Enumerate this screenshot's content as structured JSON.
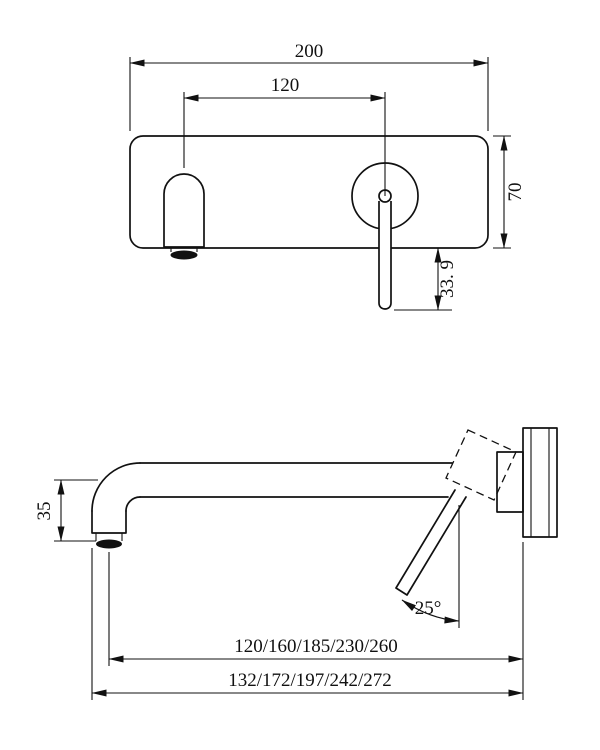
{
  "title": "Wall basin mixer technical dimension drawing",
  "colors": {
    "line": "#111111",
    "background": "#ffffff"
  },
  "top_view": {
    "dim_plate_width": "200",
    "dim_centers": "120",
    "dim_plate_height": "70",
    "dim_lever_below": "33. 9"
  },
  "side_view": {
    "dim_outlet_drop": "35",
    "dim_handle_angle": "25°",
    "dim_spout_reach": "120/160/185/230/260",
    "dim_overall_reach": "132/172/197/242/272"
  }
}
